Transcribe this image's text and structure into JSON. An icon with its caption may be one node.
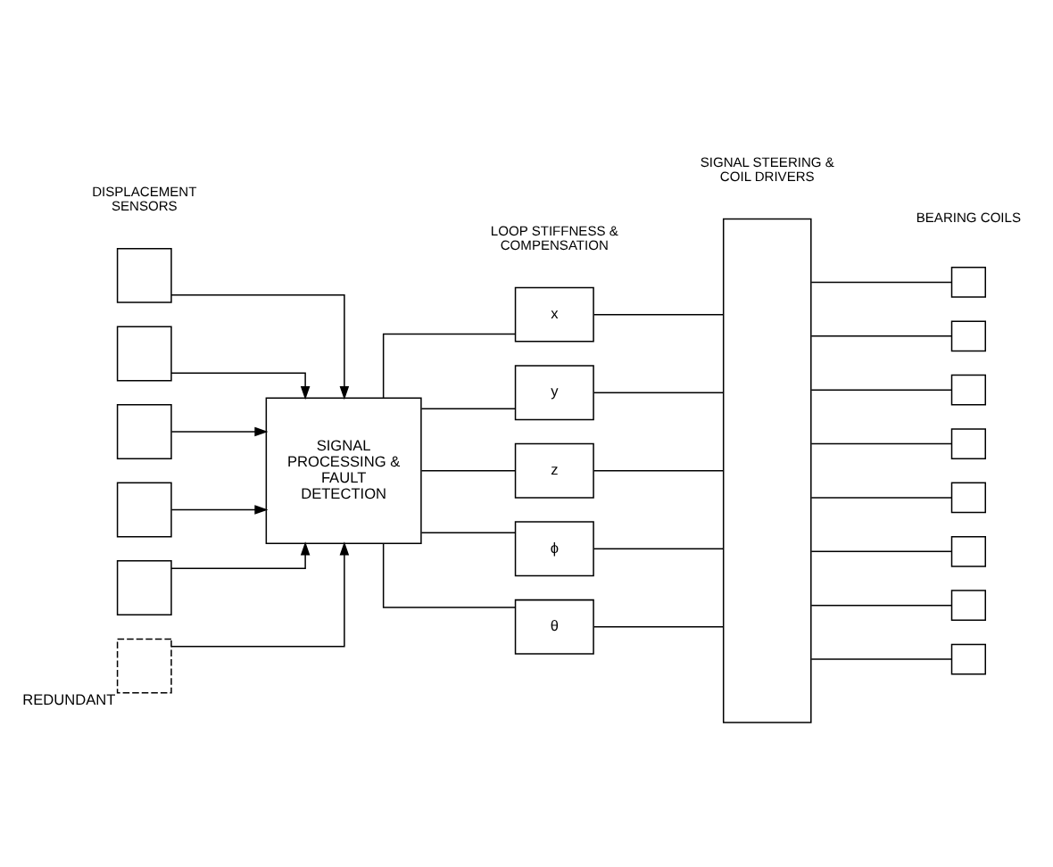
{
  "diagram": {
    "nodes": [
      {
        "text": [],
        "shape": "box"
      },
      {
        "text": [],
        "shape": "box"
      },
      {
        "text": [],
        "shape": "box"
      },
      {
        "text": [],
        "shape": "box"
      },
      {
        "text": [],
        "shape": "box"
      },
      {
        "text": [],
        "shape": "box",
        "beside": [
          "REDUNDANT"
        ]
      },
      {
        "text": [
          "SIGNAL PROCESSING & FAULT DETECTION"
        ]
      },
      {
        "text": [
          "x"
        ]
      },
      {
        "text": [
          "y"
        ]
      },
      {
        "text": [
          "z"
        ]
      },
      {
        "text": [
          "ϕ"
        ]
      },
      {
        "text": [
          "θ"
        ]
      },
      {
        "text": [],
        "shape": "bar"
      },
      {
        "text": [],
        "shape": "box"
      },
      {
        "text": [],
        "shape": "box"
      },
      {
        "text": [],
        "shape": "box"
      },
      {
        "text": [],
        "shape": "box"
      },
      {
        "text": [],
        "shape": "box"
      },
      {
        "text": [],
        "shape": "box"
      },
      {
        "text": [],
        "shape": "box"
      },
      {
        "text": [],
        "shape": "box"
      }
    ],
    "edges": [
      {
        "from": 0,
        "to": 6,
        "arrow": "to"
      },
      {
        "from": 1,
        "to": 6,
        "arrow": "to"
      },
      {
        "from": 2,
        "to": 6,
        "arrow": "to"
      },
      {
        "from": 3,
        "to": 6,
        "arrow": "to"
      },
      {
        "from": 4,
        "to": 6,
        "arrow": "to"
      },
      {
        "from": 5,
        "to": 6,
        "arrow": "to"
      },
      {
        "from": 6,
        "to": 7,
        "arrow": "none"
      },
      {
        "from": 6,
        "to": 8,
        "arrow": "none"
      },
      {
        "from": 6,
        "to": 9,
        "arrow": "none"
      },
      {
        "from": 6,
        "to": 10,
        "arrow": "none"
      },
      {
        "from": 6,
        "to": 11,
        "arrow": "none"
      },
      {
        "from": 7,
        "to": 12,
        "arrow": "none"
      },
      {
        "from": 8,
        "to": 12,
        "arrow": "none"
      },
      {
        "from": 9,
        "to": 12,
        "arrow": "none"
      },
      {
        "from": 10,
        "to": 12,
        "arrow": "none"
      },
      {
        "from": 11,
        "to": 12,
        "arrow": "none"
      },
      {
        "from": 12,
        "to": 13,
        "arrow": "none"
      },
      {
        "from": 12,
        "to": 14,
        "arrow": "none"
      },
      {
        "from": 12,
        "to": 15,
        "arrow": "none"
      },
      {
        "from": 12,
        "to": 16,
        "arrow": "none"
      },
      {
        "from": 12,
        "to": 17,
        "arrow": "none"
      },
      {
        "from": 12,
        "to": 18,
        "arrow": "none"
      },
      {
        "from": 12,
        "to": 19,
        "arrow": "none"
      },
      {
        "from": 12,
        "to": 20,
        "arrow": "none"
      }
    ],
    "labels": [
      "DISPLACEMENT SENSORS",
      "LOOP STIFFNESS & COMPENSATION",
      "SIGNAL STEERING & COIL DRIVERS",
      "BEARING COILS"
    ]
  }
}
